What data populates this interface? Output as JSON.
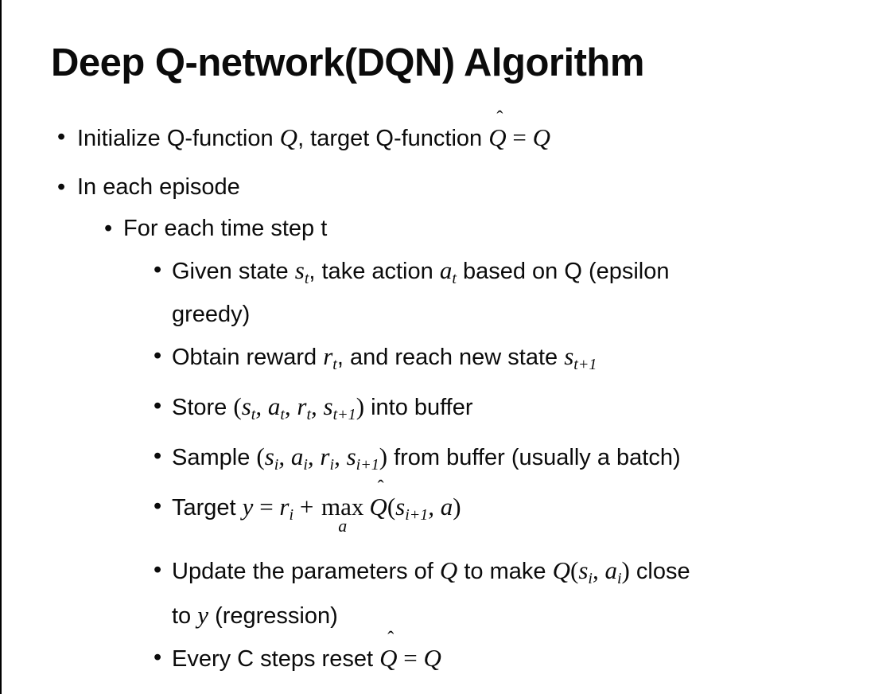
{
  "slide": {
    "title": "Deep Q-network(DQN) Algorithm",
    "bullet_char": "•",
    "hat_char": "ˆ",
    "background_color": "#ffffff",
    "text_color": "#0b0b0b",
    "border_color": "#000000"
  },
  "bullets": [
    {
      "segs": [
        "Initialize Q-function ",
        "Q",
        ", target Q-function ",
        "Q",
        " = ",
        "Q"
      ]
    },
    {
      "segs": [
        "In each episode"
      ]
    },
    {
      "segs": [
        "For each time step t"
      ]
    },
    {
      "segs": [
        "Given state ",
        "s",
        "t",
        ", take action ",
        "a",
        "t",
        " based on Q (epsilon",
        "greedy)"
      ]
    },
    {
      "segs": [
        "Obtain reward ",
        "r",
        "t",
        ", and reach new state ",
        "s",
        "t+1"
      ]
    },
    {
      "segs": [
        "Store ",
        "(",
        "s",
        "t",
        ", ",
        "a",
        "t",
        ", ",
        "r",
        "t",
        ", ",
        "s",
        "t+1",
        ")",
        " into buffer"
      ]
    },
    {
      "segs": [
        "Sample ",
        "(",
        "s",
        "i",
        ", ",
        "a",
        "i",
        ", ",
        "r",
        "i",
        ", ",
        "s",
        "i+1",
        ")",
        " from buffer (usually a batch)"
      ]
    },
    {
      "segs": [
        "Target ",
        "y",
        " = ",
        "r",
        "i",
        " + ",
        "max",
        "a",
        "Q",
        "(",
        "s",
        "i+1",
        ", ",
        "a",
        ")"
      ]
    },
    {
      "segs": [
        "Update the parameters of ",
        "Q",
        " to make ",
        "Q",
        "(",
        "s",
        "i",
        ", ",
        "a",
        "i",
        ")",
        " close",
        "to ",
        "y",
        " (regression)"
      ]
    },
    {
      "segs": [
        "Every C steps reset ",
        "Q",
        " = ",
        "Q"
      ]
    }
  ]
}
